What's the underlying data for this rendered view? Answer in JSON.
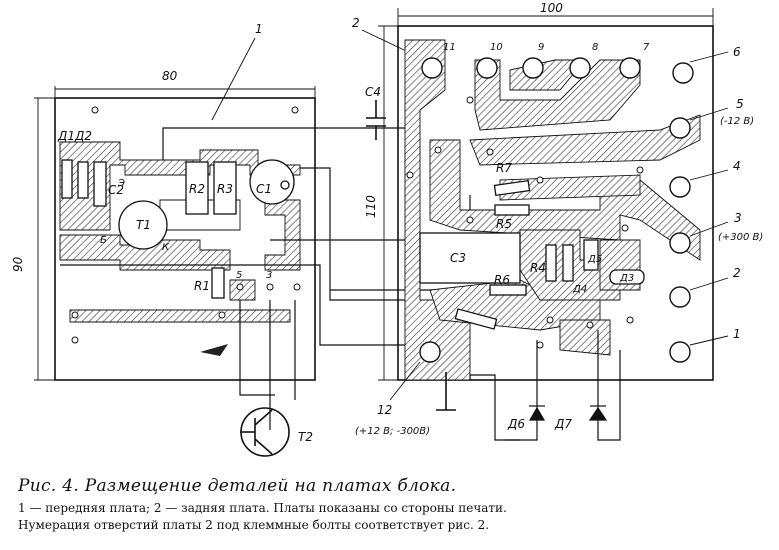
{
  "figure": {
    "board_labels": {
      "front": "1",
      "back": "2"
    },
    "dims": {
      "front_width": "80",
      "front_height": "90",
      "back_width": "100",
      "back_height": "110"
    },
    "terminals": [
      "1",
      "2",
      "3",
      "4",
      "5",
      "6",
      "7",
      "8",
      "9",
      "10",
      "11",
      "12"
    ],
    "terminal_notes": {
      "t5": "(-12 В)",
      "t3": "(+300 В)",
      "t12": "(+12 В; -300В)"
    },
    "components": {
      "D1D2": "Д1Д2",
      "C2": "С2",
      "R2": "R2",
      "R3": "R3",
      "C1": "С1",
      "T1": "Т1",
      "R1": "R1",
      "T2": "Т2",
      "C4": "С4",
      "R7": "R7",
      "R5": "R5",
      "C3": "С3",
      "R4": "R4",
      "R6": "R6",
      "D5": "Д5",
      "D4": "Д4",
      "D3": "Д3",
      "D6": "Д6",
      "D7": "Д7"
    },
    "pin_letters": {
      "e": "Э",
      "b": "Б",
      "k": "К"
    },
    "pin_numbers": [
      "5",
      "3"
    ]
  },
  "caption": {
    "title": "Рис. 4. Размещение деталей на платах блока.",
    "line1": "1 — передняя плата;  2 — задняя плата.  Платы показаны со стороны печати.",
    "line2": "Нумерация отверстий платы 2 под клеммные болты соответствует рис. 2."
  }
}
